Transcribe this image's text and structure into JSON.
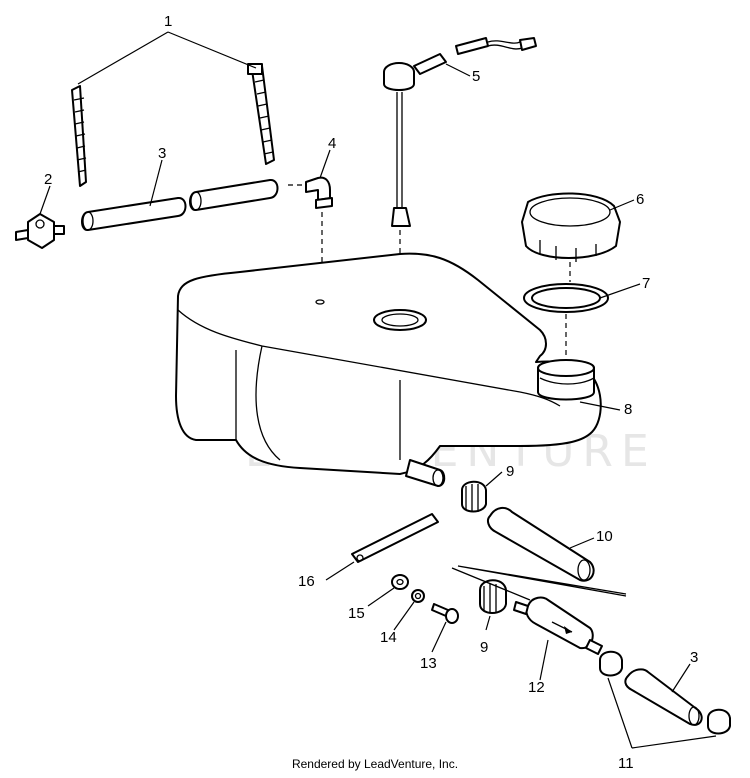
{
  "watermark": "LEADVENTURE",
  "footer": "Rendered by LeadVenture, Inc.",
  "callouts": {
    "c1": "1",
    "c2": "2",
    "c3a": "3",
    "c4": "4",
    "c5": "5",
    "c6": "6",
    "c7": "7",
    "c8": "8",
    "c9a": "9",
    "c10": "10",
    "c16": "16",
    "c15": "15",
    "c14": "14",
    "c13": "13",
    "c9b": "9",
    "c12": "12",
    "c3b": "3",
    "c11": "11"
  }
}
